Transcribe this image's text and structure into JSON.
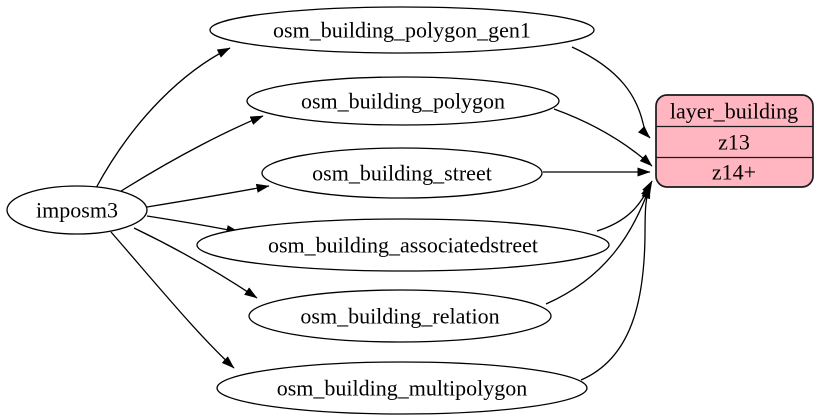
{
  "diagram": {
    "kind": "graphviz-etl-flow",
    "background": "#ffffff",
    "edge_color": "#000000",
    "table_node_fill": "#ffffff",
    "table_node_border": "#000000",
    "source_node": {
      "label": "imposm3"
    },
    "table_nodes": [
      {
        "label": "osm_building_polygon_gen1"
      },
      {
        "label": "osm_building_polygon"
      },
      {
        "label": "osm_building_street"
      },
      {
        "label": "osm_building_associatedstreet"
      },
      {
        "label": "osm_building_relation"
      },
      {
        "label": "osm_building_multipolygon"
      }
    ],
    "layer_node": {
      "title": "layer_building",
      "rows": [
        {
          "label": "z13"
        },
        {
          "label": "z14+"
        }
      ],
      "fill": "#ffb6c1",
      "border": "#000000"
    },
    "edges": [
      {
        "from": "imposm3",
        "to": "osm_building_polygon_gen1"
      },
      {
        "from": "imposm3",
        "to": "osm_building_polygon"
      },
      {
        "from": "imposm3",
        "to": "osm_building_street"
      },
      {
        "from": "imposm3",
        "to": "osm_building_associatedstreet"
      },
      {
        "from": "imposm3",
        "to": "osm_building_relation"
      },
      {
        "from": "imposm3",
        "to": "osm_building_multipolygon"
      },
      {
        "from": "osm_building_polygon_gen1",
        "to": "layer_building:z13"
      },
      {
        "from": "osm_building_polygon",
        "to": "layer_building:z14+"
      },
      {
        "from": "osm_building_street",
        "to": "layer_building:z14+"
      },
      {
        "from": "osm_building_associatedstreet",
        "to": "layer_building:z14+"
      },
      {
        "from": "osm_building_relation",
        "to": "layer_building:z14+"
      },
      {
        "from": "osm_building_multipolygon",
        "to": "layer_building:z14+"
      }
    ]
  }
}
